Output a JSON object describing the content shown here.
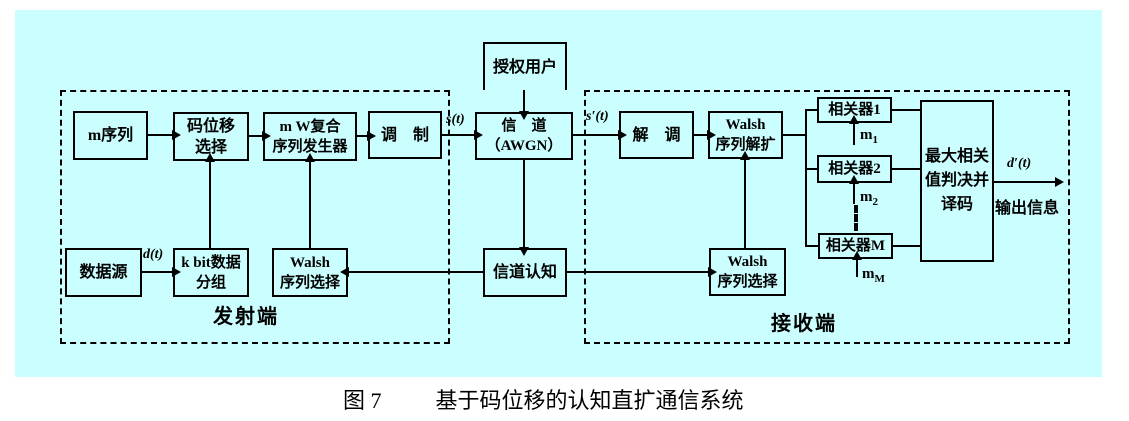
{
  "colors": {
    "diagram_bg": "#CBFFFF",
    "line": "#000000"
  },
  "caption": {
    "figure_no": "图 7",
    "title": "基于码位移的认知直扩通信系统"
  },
  "transmitter": {
    "region_label": "发射端",
    "m_sequence": "m序列",
    "code_shift_select": "码位移\n选择",
    "mw_generator": "m W复合\n序列发生器",
    "modulation": "调　制",
    "data_source": "数据源",
    "kbit_grouping": "k bit数据\n分组",
    "walsh_select": "Walsh\n序列选择",
    "d_t": "d(t)",
    "s_t": "s(t)"
  },
  "channel": {
    "authorized_user": "授权用户",
    "channel_awgn": "信　道\n（AWGN）",
    "channel_cognition": "信道认知"
  },
  "receiver": {
    "region_label": "接收端",
    "s_prime_t": "s′(t)",
    "demodulation": "解　调",
    "walsh_despread": "Walsh\n序列解扩",
    "walsh_select": "Walsh\n序列选择",
    "correlator_1": "相关器1",
    "correlator_2": "相关器2",
    "correlator_M": "相关器M",
    "m1": {
      "base": "m",
      "sub": "1"
    },
    "m2": {
      "base": "m",
      "sub": "2"
    },
    "mM": {
      "base": "m",
      "sub": "M"
    },
    "max_decision": "最大相关\n值判决并\n译码",
    "d_prime_t": "d′(t)",
    "output_info": "输出信息"
  }
}
